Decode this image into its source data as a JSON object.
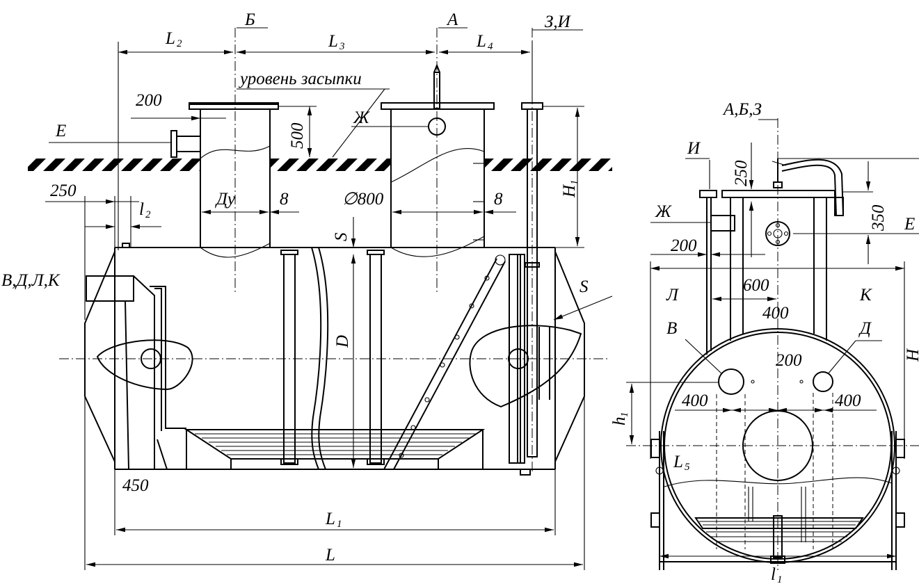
{
  "labels": {
    "B_section": "Б",
    "A_section": "А",
    "ZI_section": "З,И",
    "L2": "L",
    "L2_sub": "2",
    "L3": "L",
    "L3_sub": "3",
    "L4": "L",
    "L4_sub": "4",
    "backfill": "уровень засыпки",
    "dim_200_top": "200",
    "dim_500": "500",
    "E_left": "Е",
    "Zh_left": "Ж",
    "H1": "H",
    "H1_sub": "1",
    "dim_250_left": "250",
    "l2": "l",
    "l2_sub": "2",
    "Du": "Ду",
    "dim_8a": "8",
    "dia_800": "∅800",
    "dim_8b": "8",
    "S_left": "S",
    "VDLK": "В,Д,Л,К",
    "D": "D",
    "S_right": "S",
    "dim_450": "450",
    "L1": "L",
    "L1_sub": "1",
    "L": "L",
    "ABZ": "А,Б,З",
    "I_right": "И",
    "dim_250_right": "250",
    "dim_350": "350",
    "Zh_right": "Ж",
    "E_right": "Е",
    "dim_200_right": "200",
    "L_letter": "Л",
    "dim_600": "600",
    "K_letter": "К",
    "dim_400_top": "400",
    "V_letter": "В",
    "D_letter": "Д",
    "H_right": "H",
    "dim_200_mid": "200",
    "h1": "h",
    "h1_sub": "1",
    "dim_400_left": "400",
    "dim_400_right": "400",
    "L5": "L",
    "L5_sub": "5",
    "l1": "l",
    "l1_sub": "1"
  }
}
